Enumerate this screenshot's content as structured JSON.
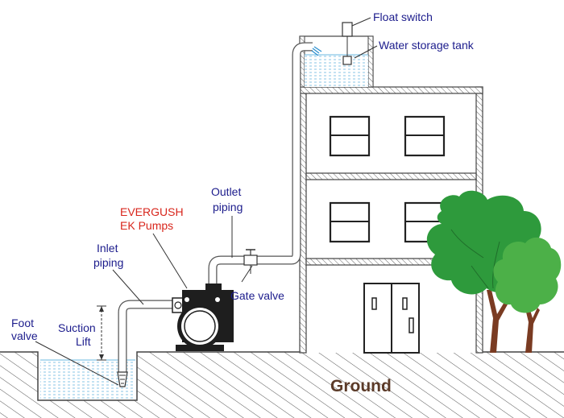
{
  "labels": {
    "float_switch": "Float switch",
    "water_storage_tank": "Water storage tank",
    "outlet_piping_1": "Outlet",
    "outlet_piping_2": "piping",
    "pump_brand_1": "EVERGUSH",
    "pump_brand_2": "EK Pumps",
    "inlet_piping_1": "Inlet",
    "inlet_piping_2": "piping",
    "gate_valve": "Gate valve",
    "foot_valve_1": "Foot",
    "foot_valve_2": "valve",
    "suction_lift_1": "Suction",
    "suction_lift_2": "Lift",
    "ground": "Ground"
  },
  "colors": {
    "label_blue": "#1c1c8c",
    "brand_red": "#d8261c",
    "water_blue": "#9fd4ef",
    "tree_green": "#2e9a3c",
    "tree_trunk": "#7a3b22",
    "ground_brown": "#5b3a28"
  }
}
